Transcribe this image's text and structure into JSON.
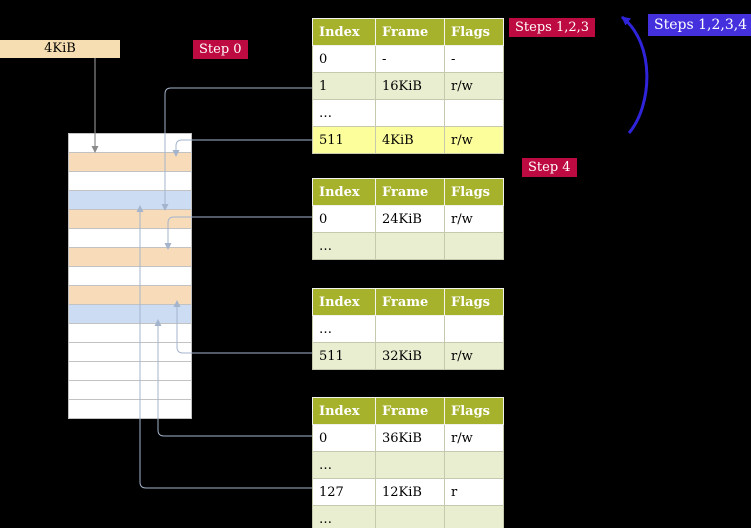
{
  "colors": {
    "background": "#000000",
    "table_header": "#a6b22c",
    "row_green": "#e9eed0",
    "row_white": "#ffffff",
    "row_yellow_highlight": "#fcfe9b",
    "memory_free_frame": "#ffffff",
    "memory_pagetable_frame": "#f8dcba",
    "memory_mapped_page_frame": "#cbdcf3",
    "badge_red": "#bd0a40",
    "badge_blue": "#4430dd",
    "recursive_arrow_blue": "#2f24da",
    "connector_line": "#a4b4cc",
    "cr3_arrow_gray": "#8a8a8a",
    "cr3_box": "#f6deb2"
  },
  "cr3_box": {
    "label": "4KiB"
  },
  "badges": {
    "step0": "Step 0",
    "steps123": "Steps 1,2,3",
    "steps1234": "Steps 1,2,3,4",
    "step4": "Step 4"
  },
  "table_headers": [
    "Index",
    "Frame",
    "Flags"
  ],
  "tables": [
    {
      "name": "page-table-1",
      "rows": [
        {
          "index": "0",
          "frame": "-",
          "flags": "-",
          "bg": "white"
        },
        {
          "index": "1",
          "frame": "16KiB",
          "flags": "r/w",
          "bg": "green"
        },
        {
          "index": "…",
          "frame": "",
          "flags": "",
          "bg": "white"
        },
        {
          "index": "511",
          "frame": "4KiB",
          "flags": "r/w",
          "bg": "yellow"
        }
      ]
    },
    {
      "name": "page-table-2",
      "rows": [
        {
          "index": "0",
          "frame": "24KiB",
          "flags": "r/w",
          "bg": "white"
        },
        {
          "index": "…",
          "frame": "",
          "flags": "",
          "bg": "green"
        }
      ]
    },
    {
      "name": "page-table-3",
      "rows": [
        {
          "index": "…",
          "frame": "",
          "flags": "",
          "bg": "white"
        },
        {
          "index": "511",
          "frame": "32KiB",
          "flags": "r/w",
          "bg": "green"
        }
      ]
    },
    {
      "name": "page-table-4",
      "rows": [
        {
          "index": "0",
          "frame": "36KiB",
          "flags": "r/w",
          "bg": "white"
        },
        {
          "index": "…",
          "frame": "",
          "flags": "",
          "bg": "green"
        },
        {
          "index": "127",
          "frame": "12KiB",
          "flags": "r",
          "bg": "white"
        },
        {
          "index": "…",
          "frame": "",
          "flags": "",
          "bg": "green"
        }
      ]
    }
  ],
  "memory": {
    "rows": [
      "free",
      "table",
      "free",
      "page",
      "table",
      "free",
      "table",
      "free",
      "table",
      "page",
      "free",
      "free",
      "free",
      "free",
      "free"
    ]
  }
}
